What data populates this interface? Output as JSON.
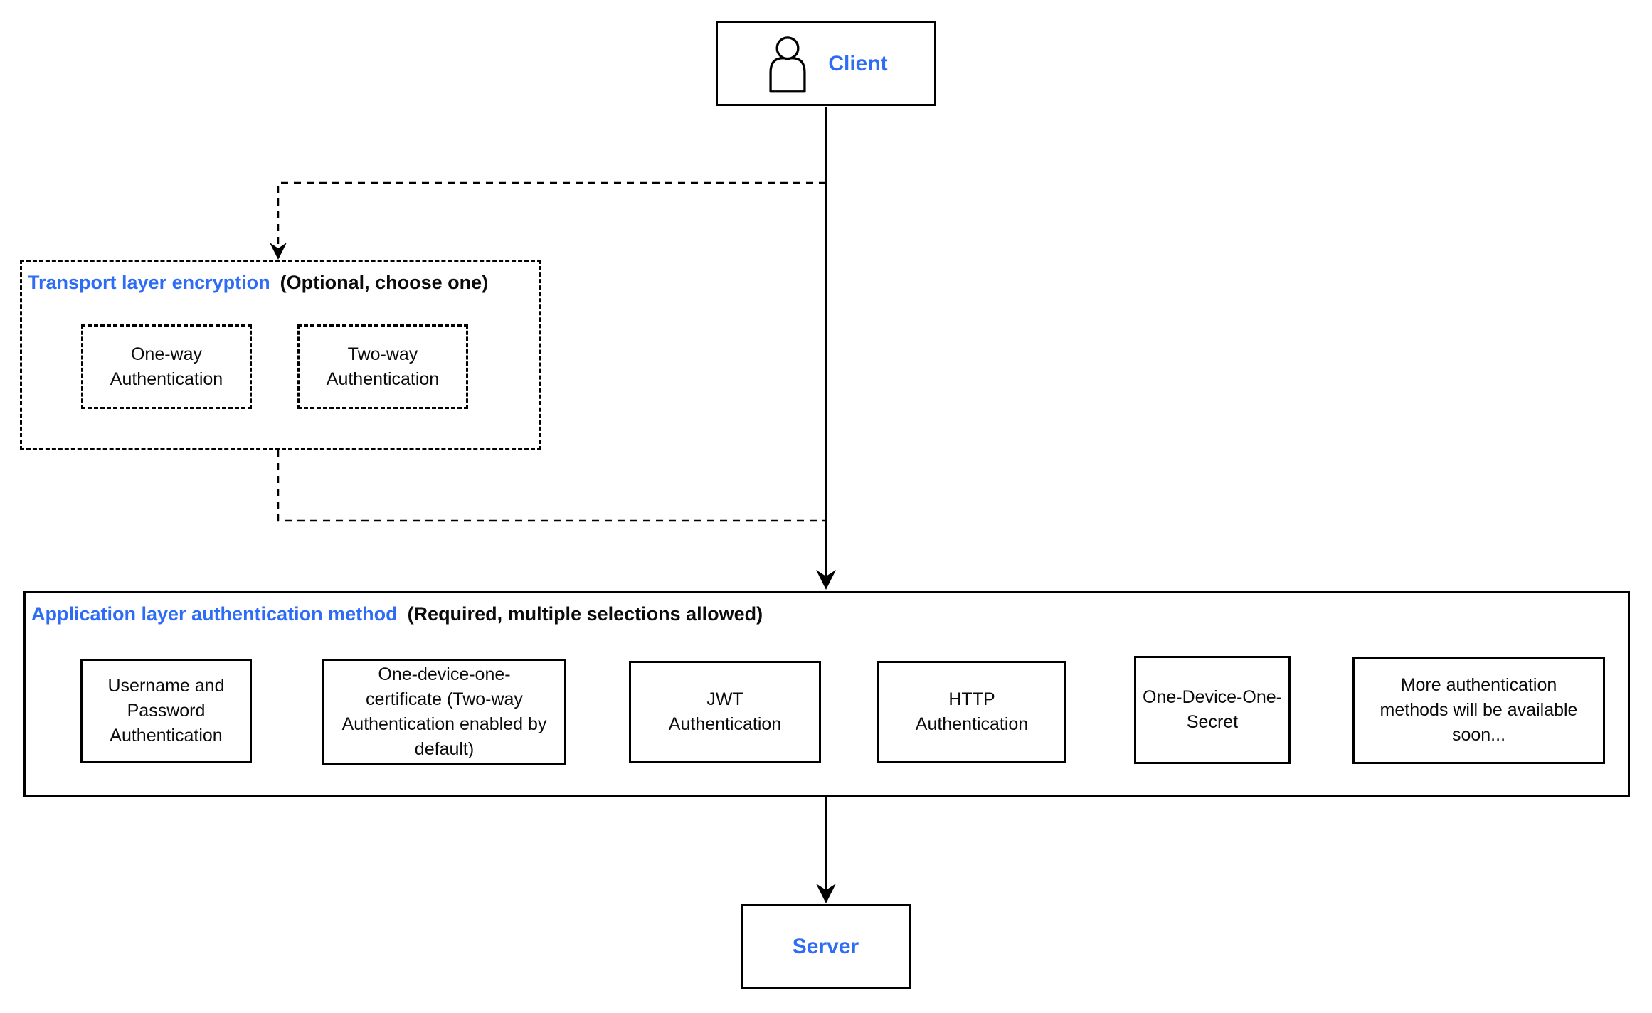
{
  "client": {
    "label": "Client"
  },
  "server": {
    "label": "Server"
  },
  "transport": {
    "title": "Transport layer encryption",
    "subtitle": "(Optional, choose one)",
    "options": [
      {
        "label": "One-way Authentication"
      },
      {
        "label": "Two-way Authentication"
      }
    ]
  },
  "application": {
    "title": "Application layer authentication method",
    "subtitle": "(Required, multiple selections allowed)",
    "methods": [
      {
        "label": "Username and Password Authentication"
      },
      {
        "label": "One-device-one-certificate (Two-way Authentication enabled by default)"
      },
      {
        "label": "JWT Authentication"
      },
      {
        "label": "HTTP Authentication"
      },
      {
        "label": "One-Device-One-Secret"
      },
      {
        "label": "More authentication methods will be available soon..."
      }
    ]
  },
  "colors": {
    "accent": "#2e6cf5",
    "line": "#000000"
  }
}
